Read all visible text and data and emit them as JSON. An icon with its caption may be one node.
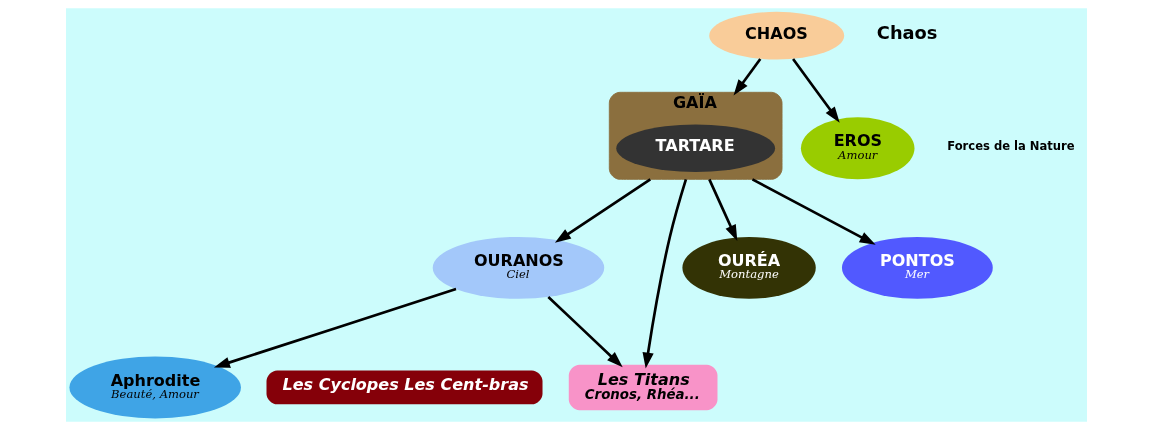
{
  "diagram": {
    "nodes": [
      {
        "text": [
          "CHAOS"
        ]
      },
      {
        "text": [
          "GAÏA"
        ]
      },
      {
        "text": [
          "TARTARE"
        ],
        "in": 1
      },
      {
        "text": [
          "EROS",
          "Amour"
        ]
      },
      {
        "text": [
          "OURANOS",
          "Ciel"
        ]
      },
      {
        "text": [
          "Aphrodite",
          "Beauté, Amour"
        ]
      },
      {
        "text": [
          "Les Titans",
          "Cronos, Rhéa..."
        ]
      },
      {
        "text": [
          "Les Cyclopes Les Cent-bras"
        ]
      },
      {
        "text": [
          "OURÉA",
          "Montagne"
        ]
      },
      {
        "text": [
          "PONTOS",
          "Mer"
        ]
      }
    ],
    "edges": [
      {
        "from": 0,
        "to": 1,
        "arrow": "to"
      },
      {
        "from": 0,
        "to": 3,
        "arrow": "to"
      },
      {
        "from": 1,
        "to": 4,
        "arrow": "to"
      },
      {
        "from": 4,
        "to": 5,
        "arrow": "to"
      },
      {
        "from": 4,
        "to": 6,
        "arrow": "to"
      },
      {
        "from": 1,
        "to": 6,
        "arrow": "to"
      },
      {
        "from": 1,
        "to": 8,
        "arrow": "to"
      },
      {
        "from": 1,
        "to": 9,
        "arrow": "to"
      }
    ],
    "labels": [
      "Chaos",
      "Forces de la Nature"
    ]
  }
}
